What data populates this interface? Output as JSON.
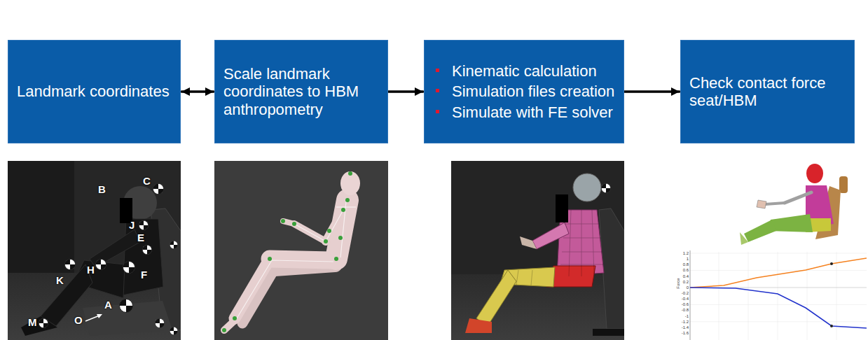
{
  "diagram": {
    "nodes": [
      {
        "text": [
          "Landmark coordinates"
        ]
      },
      {
        "text": [
          "Scale landmark coordinates to HBM anthropometry"
        ]
      },
      {
        "text": [
          "Kinematic calculation",
          "Simulation files creation",
          "Simulate with FE solver"
        ]
      },
      {
        "text": [
          "Check contact force seat/HBM"
        ]
      }
    ],
    "edges": [
      {
        "from": 0,
        "to": 1,
        "arrow": "to"
      },
      {
        "from": 1,
        "to": 2,
        "arrow": "to"
      },
      {
        "from": 2,
        "to": 3,
        "arrow": "to"
      },
      {
        "from": 3,
        "to": 0,
        "arrow": "to"
      }
    ],
    "labels": [
      "B",
      "C",
      "J",
      "E",
      "K",
      "H",
      "F",
      "A",
      "M",
      "O",
      "Force",
      "1.2",
      "1",
      "0.8",
      "0.6",
      "0.4",
      "0.2",
      "0",
      "-0.2",
      "-0.4",
      "-0.6",
      "-0.8",
      "-1",
      "-1.2",
      "-1.4",
      "-1.6"
    ]
  }
}
